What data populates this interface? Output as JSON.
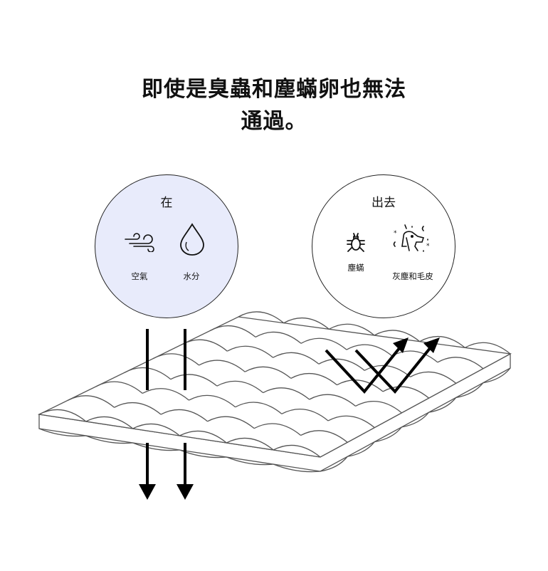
{
  "heading": {
    "line1": "即使是臭蟲和塵蟎卵也無法",
    "line2": "通過。"
  },
  "in_panel": {
    "title": "在",
    "items": [
      {
        "label": "空氣",
        "icon": "wind-icon"
      },
      {
        "label": "水分",
        "icon": "water-drop-icon"
      }
    ]
  },
  "out_panel": {
    "title": "出去",
    "items": [
      {
        "label": "塵蟎",
        "icon": "bug-icon"
      },
      {
        "label": "灰塵和毛皮",
        "icon": "dog-icon"
      }
    ]
  },
  "colors": {
    "in_bg": "#e8ebfb",
    "line": "#111111",
    "quilt": "#555555"
  }
}
